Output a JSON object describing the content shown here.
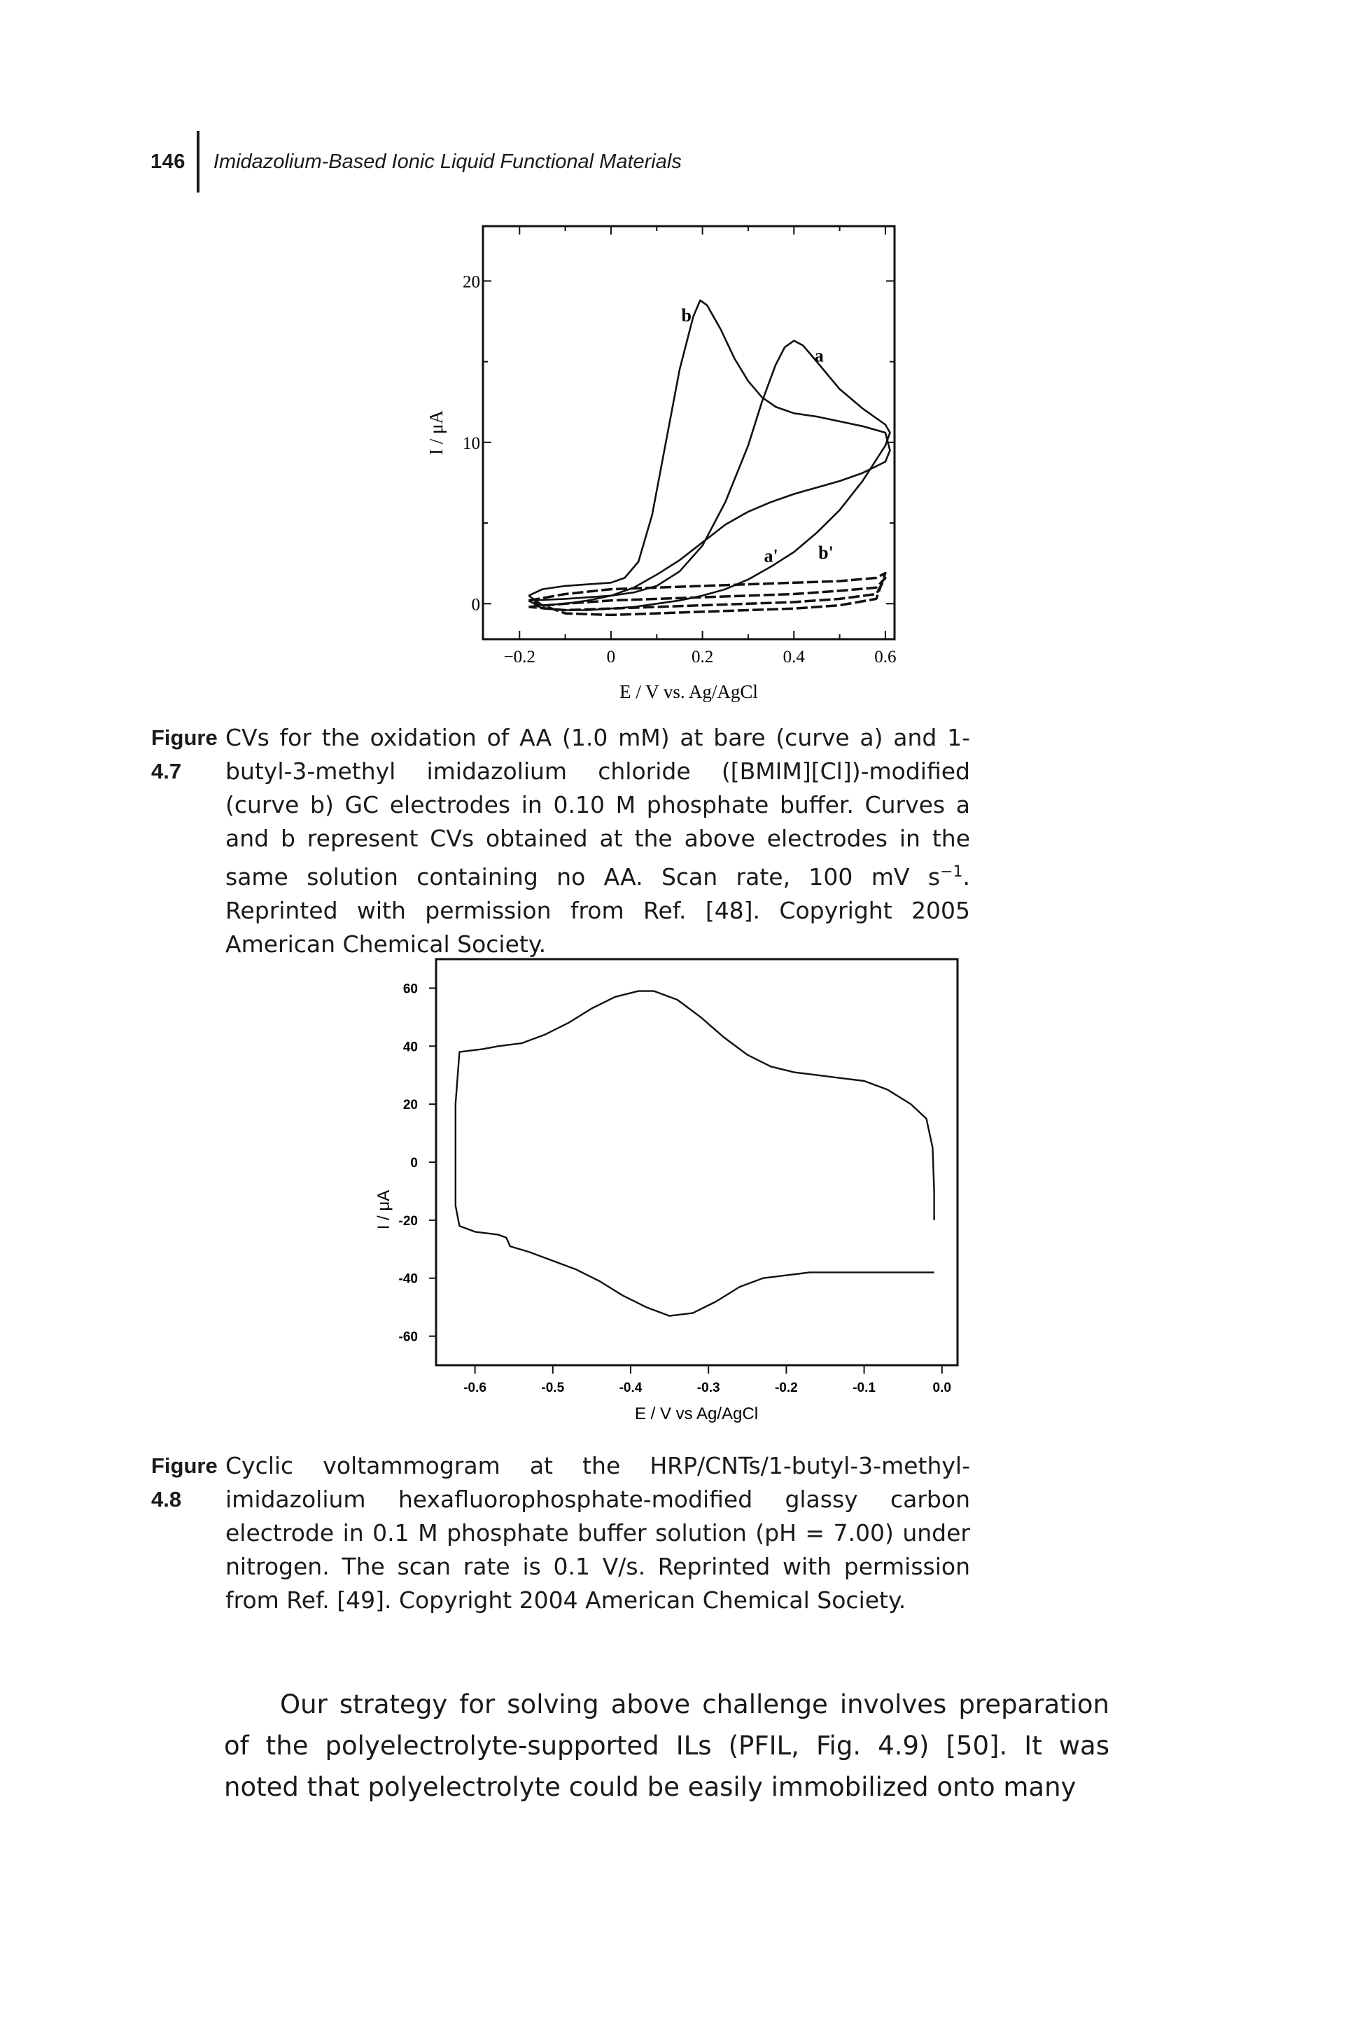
{
  "header": {
    "page_number": "146",
    "book_title": "Imidazolium-Based Ionic Liquid Functional Materials"
  },
  "figure_4_7": {
    "label": "Figure 4.7",
    "caption_pre": "CVs for the oxidation of AA (1.0 mM) at bare (curve a) and 1-butyl-3-methyl imidazolium chloride ([BMIM][Cl])-modified (curve b) GC electrodes in 0.10 M phosphate buffer. Curves a and b represent CVs obtained at the above electrodes in the same solution containing no AA. Scan rate, 100 mV s",
    "caption_sup": "−1",
    "caption_post": ". Reprinted with permission from Ref. [48]. Copyright 2005 American Chemical Society."
  },
  "figure_4_8": {
    "label": "Figure 4.8",
    "caption": "Cyclic voltammogram at the HRP/CNTs/1-butyl-3-methyl-imidazolium hexafluorophosphate-modified glassy carbon electrode in 0.1 M phosphate buffer solution (pH = 7.00) under nitrogen. The scan rate is 0.1 V/s. Reprinted with permission from Ref. [49]. Copyright 2004 American Chemical Society."
  },
  "body_text": "Our strategy for solving above challenge involves preparation of the polyelectrolyte-supported ILs (PFIL, Fig. 4.9) [50]. It was noted that polyelectrolyte could be easily immobilized onto many",
  "chart_data": [
    {
      "type": "line",
      "figure": "Figure 4.7",
      "xlabel": "E / V vs. Ag/AgCl",
      "ylabel": "I / μA",
      "xlim": [
        -0.28,
        0.62
      ],
      "ylim": [
        -2.2,
        23.4
      ],
      "xticks": [
        "-0.2",
        "0",
        "0.2",
        "0.4",
        "0.6"
      ],
      "yticks": [
        "0",
        "10",
        "20"
      ],
      "curve_labels": [
        "b",
        "a",
        "a'",
        "b'"
      ],
      "series": [
        {
          "name": "b",
          "style": "solid",
          "x": [
            -0.18,
            -0.15,
            -0.1,
            -0.05,
            0.0,
            0.03,
            0.06,
            0.09,
            0.12,
            0.15,
            0.18,
            0.195,
            0.21,
            0.24,
            0.27,
            0.3,
            0.33,
            0.36,
            0.4,
            0.45,
            0.5,
            0.55,
            0.6,
            0.61,
            0.6,
            0.55,
            0.5,
            0.45,
            0.4,
            0.35,
            0.3,
            0.25,
            0.2,
            0.15,
            0.1,
            0.05,
            0.0,
            -0.05,
            -0.1,
            -0.15,
            -0.18
          ],
          "y": [
            0.5,
            0.9,
            1.1,
            1.2,
            1.3,
            1.6,
            2.6,
            5.5,
            10.0,
            14.5,
            17.8,
            18.8,
            18.5,
            17.0,
            15.2,
            13.8,
            12.8,
            12.2,
            11.8,
            11.6,
            11.3,
            11.0,
            10.6,
            9.5,
            8.8,
            8.1,
            7.6,
            7.2,
            6.8,
            6.3,
            5.7,
            4.9,
            3.8,
            2.7,
            1.8,
            1.0,
            0.5,
            0.2,
            0.0,
            -0.1,
            0.5
          ]
        },
        {
          "name": "a",
          "style": "solid",
          "x": [
            -0.18,
            -0.1,
            0.0,
            0.05,
            0.1,
            0.15,
            0.2,
            0.25,
            0.3,
            0.33,
            0.36,
            0.38,
            0.4,
            0.42,
            0.45,
            0.5,
            0.55,
            0.6,
            0.61,
            0.6,
            0.55,
            0.5,
            0.45,
            0.4,
            0.35,
            0.3,
            0.25,
            0.2,
            0.15,
            0.1,
            0.05,
            0.0,
            -0.05,
            -0.1,
            -0.15,
            -0.18
          ],
          "y": [
            0.2,
            0.3,
            0.5,
            0.7,
            1.1,
            2.0,
            3.6,
            6.3,
            9.8,
            12.5,
            14.8,
            15.9,
            16.3,
            16.0,
            15.0,
            13.3,
            12.1,
            11.1,
            10.6,
            9.8,
            7.6,
            5.8,
            4.4,
            3.2,
            2.3,
            1.5,
            0.9,
            0.5,
            0.2,
            0.0,
            -0.2,
            -0.3,
            -0.4,
            -0.4,
            -0.3,
            0.2
          ]
        },
        {
          "name": "a'",
          "style": "dashed",
          "x": [
            -0.18,
            -0.1,
            0.0,
            0.1,
            0.2,
            0.3,
            0.4,
            0.5,
            0.58,
            0.6,
            0.58,
            0.5,
            0.4,
            0.3,
            0.2,
            0.1,
            0.0,
            -0.1,
            -0.18
          ],
          "y": [
            -0.2,
            0.0,
            0.2,
            0.3,
            0.4,
            0.5,
            0.6,
            0.8,
            1.0,
            1.6,
            0.6,
            0.3,
            0.1,
            0.0,
            -0.1,
            -0.2,
            -0.3,
            -0.4,
            -0.2
          ]
        },
        {
          "name": "b'",
          "style": "dashed",
          "x": [
            -0.18,
            -0.1,
            0.0,
            0.1,
            0.2,
            0.3,
            0.4,
            0.5,
            0.58,
            0.6,
            0.58,
            0.5,
            0.4,
            0.3,
            0.2,
            0.1,
            0.0,
            -0.1,
            -0.18
          ],
          "y": [
            0.2,
            0.6,
            0.9,
            1.0,
            1.1,
            1.2,
            1.3,
            1.4,
            1.6,
            1.9,
            0.3,
            -0.1,
            -0.3,
            -0.4,
            -0.5,
            -0.6,
            -0.7,
            -0.6,
            0.2
          ]
        }
      ]
    },
    {
      "type": "line",
      "figure": "Figure 4.8",
      "xlabel": "E / V vs Ag/AgCl",
      "ylabel": "I / μA",
      "xlim": [
        -0.65,
        0.02
      ],
      "ylim": [
        -70,
        70
      ],
      "xticks": [
        "-0.6",
        "-0.5",
        "-0.4",
        "-0.3",
        "-0.2",
        "-0.1",
        "0.0"
      ],
      "yticks": [
        "-60",
        "-40",
        "-20",
        "0",
        "20",
        "40",
        "60"
      ],
      "series": [
        {
          "name": "",
          "style": "solid",
          "x": [
            -0.01,
            -0.01,
            -0.012,
            -0.02,
            -0.04,
            -0.07,
            -0.1,
            -0.13,
            -0.16,
            -0.19,
            -0.22,
            -0.25,
            -0.28,
            -0.31,
            -0.34,
            -0.37,
            -0.39,
            -0.42,
            -0.45,
            -0.48,
            -0.51,
            -0.54,
            -0.57,
            -0.59,
            -0.62,
            -0.625,
            -0.625,
            -0.625,
            -0.62,
            -0.6,
            -0.57,
            -0.56,
            -0.558,
            -0.555,
            -0.53,
            -0.5,
            -0.47,
            -0.44,
            -0.41,
            -0.38,
            -0.35,
            -0.32,
            -0.29,
            -0.26,
            -0.23,
            -0.2,
            -0.17,
            -0.14,
            -0.11,
            -0.08,
            -0.05,
            -0.02,
            -0.01
          ],
          "y": [
            -20,
            -10,
            5,
            15,
            20,
            25,
            28,
            29,
            30,
            31,
            33,
            37,
            43,
            50,
            56,
            59,
            59,
            57,
            53,
            48,
            44,
            41,
            40,
            39,
            38,
            20,
            0,
            -15,
            -22,
            -24,
            -25,
            -26,
            -27,
            -29,
            -31,
            -34,
            -37,
            -41,
            -46,
            -50,
            -53,
            -52,
            -48,
            -43,
            -40,
            -39,
            -38,
            -38,
            -38,
            -38,
            -38,
            -38,
            -38
          ]
        }
      ]
    }
  ]
}
